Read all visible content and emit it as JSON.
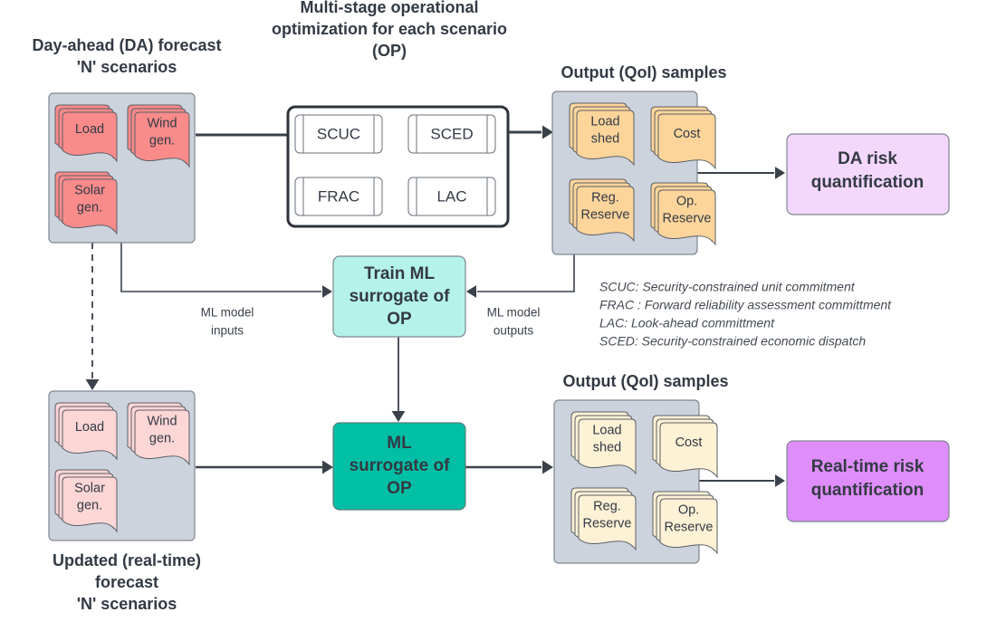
{
  "colors": {
    "da_forecast_doc": "#f98b8b",
    "rt_forecast_doc": "#fdd6d6",
    "da_output_doc": "#fdd59b",
    "rt_output_doc": "#fdf1d6",
    "train_ml_box": "#b5f3ea",
    "ml_surrogate_box": "#00bfa5",
    "da_risk_box": "#f3d7fc",
    "rt_risk_box": "#df8dfa",
    "panel": "#cdd3dc",
    "edge": "#3a414b"
  },
  "da_forecast": {
    "title_lines": [
      "Day-ahead (DA) forecast",
      "'N' scenarios"
    ],
    "docs": [
      {
        "lines": [
          "Load"
        ]
      },
      {
        "lines": [
          "Wind",
          "gen."
        ]
      },
      {
        "lines": [
          "Solar",
          "gen."
        ]
      }
    ]
  },
  "optimization": {
    "title_lines": [
      "Multi-stage operational",
      "optimization for each scenario",
      "(OP)"
    ],
    "stages": [
      "SCUC",
      "SCED",
      "FRAC",
      "LAC"
    ]
  },
  "da_output": {
    "title": "Output (QoI) samples",
    "docs": [
      {
        "lines": [
          "Load",
          "shed"
        ]
      },
      {
        "lines": [
          "Cost"
        ]
      },
      {
        "lines": [
          "Reg.",
          "Reserve"
        ]
      },
      {
        "lines": [
          "Op.",
          "Reserve"
        ]
      }
    ]
  },
  "da_risk": {
    "lines": [
      "DA risk",
      "quantification"
    ]
  },
  "train_ml": {
    "lines": [
      "Train ML",
      "surrogate of",
      "OP"
    ]
  },
  "edge_labels": {
    "inputs": [
      "ML model",
      "inputs"
    ],
    "outputs": [
      "ML model",
      "outputs"
    ]
  },
  "legend": [
    "SCUC: Security-constrained unit commitment",
    "FRAC : Forward reliability assessment committment",
    "LAC: Look-ahead committment",
    "SCED: Security-constrained economic dispatch"
  ],
  "rt_forecast": {
    "title_lines": [
      "Updated (real-time)",
      "forecast",
      "'N' scenarios"
    ],
    "docs": [
      {
        "lines": [
          "Load"
        ]
      },
      {
        "lines": [
          "Wind",
          "gen."
        ]
      },
      {
        "lines": [
          "Solar",
          "gen."
        ]
      }
    ]
  },
  "ml_surrogate": {
    "lines": [
      "ML",
      "surrogate of",
      "OP"
    ]
  },
  "rt_output": {
    "title": "Output (QoI) samples",
    "docs": [
      {
        "lines": [
          "Load",
          "shed"
        ]
      },
      {
        "lines": [
          "Cost"
        ]
      },
      {
        "lines": [
          "Reg.",
          "Reserve"
        ]
      },
      {
        "lines": [
          "Op.",
          "Reserve"
        ]
      }
    ]
  },
  "rt_risk": {
    "lines": [
      "Real-time risk",
      "quantification"
    ]
  }
}
